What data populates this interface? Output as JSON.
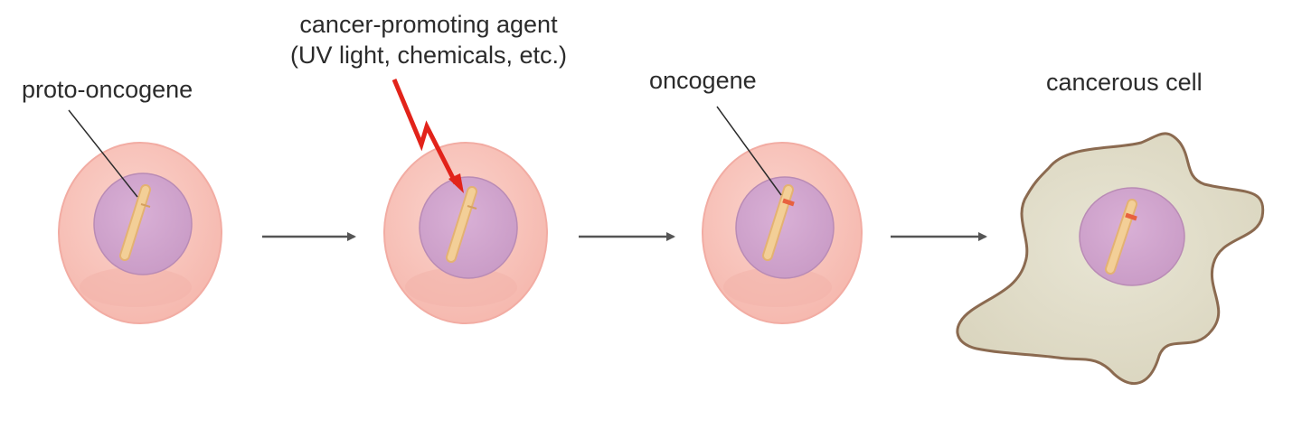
{
  "labels": {
    "proto_oncogene": "proto-oncogene",
    "agent_line1": "cancer-promoting agent",
    "agent_line2": "(UV light, chemicals, etc.)",
    "oncogene": "oncogene",
    "cancerous_cell": "cancerous cell"
  },
  "colors": {
    "cell_fill": "#f7c2b9",
    "cell_stroke": "#f2aca3",
    "nucleus_fill": "#d3a6cf",
    "chromosome": "#f0c68a",
    "mutation_mark": "#e8613f",
    "lightning": "#e2231a",
    "arrow": "#555555",
    "cancer_cell_fill": "#e1ddc9",
    "cancer_cell_stroke": "#8b6a50"
  }
}
